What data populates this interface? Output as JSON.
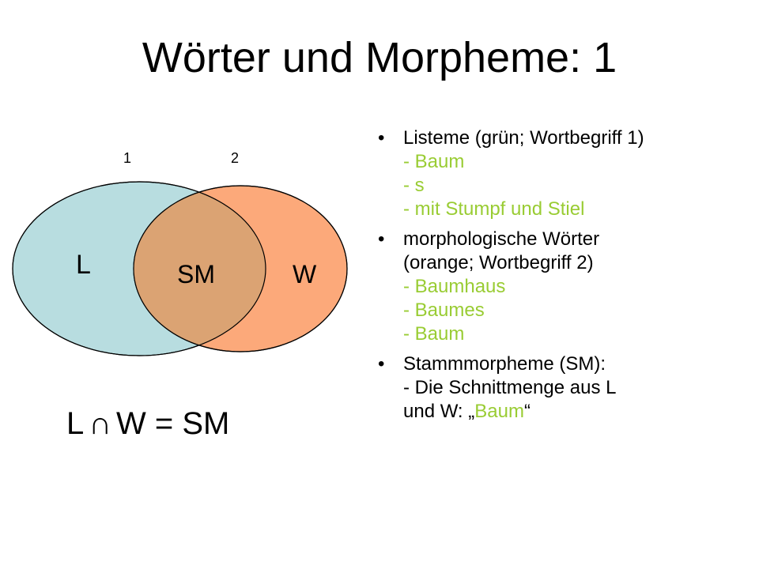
{
  "title": "Wörter und Morpheme: 1",
  "colors": {
    "listeme_circle": "#b8dde0",
    "words_circle": "#fca97a",
    "intersection": "#dba373",
    "highlight_text": "#99cc33"
  },
  "diagram": {
    "label_1": "1",
    "label_2": "2",
    "set_l": "L",
    "set_sm": "SM",
    "set_w": "W"
  },
  "formula": {
    "left": "L",
    "operator": "∩",
    "right": "W = SM"
  },
  "bullets": [
    {
      "heading": "Listeme (grün; Wortbegriff 1)",
      "items": [
        "- Baum",
        "- s",
        "- mit Stumpf und Stiel"
      ]
    },
    {
      "heading_line1": "morphologische Wörter",
      "heading_line2": "(orange; Wortbegriff 2)",
      "items": [
        "- Baumhaus",
        "- Baumes",
        "- Baum"
      ]
    },
    {
      "heading": "Stammmorpheme (SM):",
      "line2": "- Die Schnittmenge aus L",
      "line3_prefix": "und W: „",
      "line3_highlight": "Baum",
      "line3_suffix": "“"
    }
  ]
}
